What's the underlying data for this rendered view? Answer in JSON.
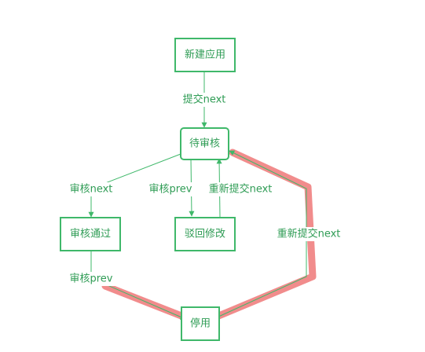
{
  "nodes": {
    "new_app": "新建应用",
    "pending_review": "待审核",
    "review_passed": "审核通过",
    "rejected_modify": "驳回修改",
    "disabled": "停用"
  },
  "edges": {
    "submit_next": "提交next",
    "review_next": "审核next",
    "review_prev": "审核prev",
    "resubmit_next": "重新提交next",
    "resubmit_next_right": "重新提交next",
    "review_prev_bottom": "审核prev"
  },
  "colors": {
    "node_border": "#3fb86a",
    "text": "#2f9c55",
    "highlight": "#f08080"
  }
}
